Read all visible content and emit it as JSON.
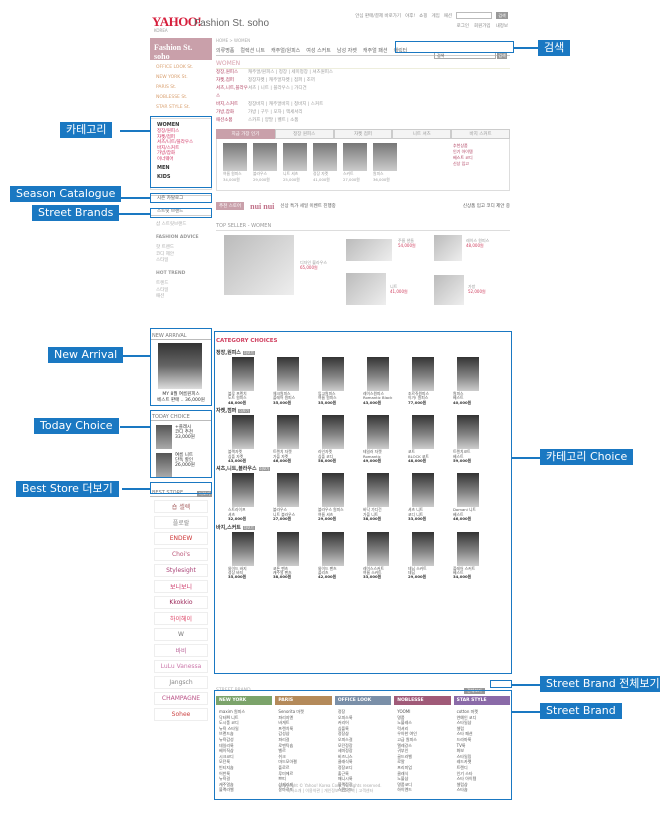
{
  "header": {
    "logo": "YAHOO!",
    "logo_sub": "KOREA",
    "title": "Fashion St. soho",
    "toplinks": [
      "안심 판매/결제 바로가기",
      "야후!",
      "쇼핑",
      "게임",
      "패션"
    ],
    "search_btn": "검색",
    "toplinks2": [
      "로그인",
      "회원가입",
      "내정보"
    ]
  },
  "left": {
    "brand": "Fashion St. soho",
    "links": [
      "OFFICE LOOK St.",
      "NEW YORK St.",
      "PARIS St.",
      "NOBLESSE St.",
      "STAR STYLE St."
    ],
    "category": {
      "women": "WOMEN",
      "women_items": [
        "정장/원피스",
        "자켓/점퍼",
        "셔츠/니트/블라우스",
        "바지/스커트",
        "가방/잡화",
        "이너웨어"
      ],
      "men": "MEN",
      "kids": "KIDS"
    },
    "season": "시즌 카탈로그",
    "street": "스트릿 브랜드",
    "street_sub": "샵 스트릿브랜드",
    "advice_title": "FASHION ADVICE",
    "advice_items": [
      "핫 트렌드",
      "코디 제안",
      "스타일"
    ],
    "hot_title": "HOT TREND",
    "hot_items": [
      "트렌드",
      "스타일",
      "패션"
    ],
    "new_arrival_title": "NEW ARRIVAL",
    "new_arrival_text": [
      "MY 8월 여름원피스",
      "베스트 판매 .. 36,000원"
    ],
    "today_title": "TODAY CHOICE",
    "today_items": [
      {
        "name": "+플래시",
        "desc": "코디 추천",
        "price": "33,000원"
      },
      {
        "name": "여름 니트",
        "desc": "단독 할인",
        "price": "26,000원"
      }
    ],
    "best_store_title": "BEST STORE",
    "best_store_btn": "더보기",
    "stores": [
      "숍 셀렉",
      "플로랄",
      "ENDEW",
      "Choi's",
      "Stylesight",
      "보니보니",
      "Kkokkio",
      "하이헤이",
      "W",
      "바비",
      "LuLu Vanessa",
      "Jangsch",
      "CHAMPAGNE",
      "Sohee"
    ]
  },
  "main": {
    "breadcrumb": "HOME > WOMEN",
    "nav": [
      "의류명품",
      "컬렉션 니트",
      "캐주얼/원피스",
      "여성 스커트",
      "남성 자켓",
      "캐주얼 패션",
      "캐릭터"
    ],
    "search_placeholder": "검색",
    "search_btn": "검색",
    "women_title": "WOMEN",
    "women_rows": [
      {
        "k": "정장,원피스",
        "v": "캐주얼/원피스 | 정장 | 세미정장 | 셔츠원피스"
      },
      {
        "k": "자켓,점퍼",
        "v": "정장자켓 | 캐주얼자켓 | 점퍼 | 조끼"
      },
      {
        "k": "셔츠,니트,블라우스",
        "v": "셔츠 | 니트 | 블라우스 | 가디건"
      },
      {
        "k": "바지,스커트",
        "v": "정장바지 | 캐주얼바지 | 청바지 | 스커트"
      },
      {
        "k": "가방,잡화",
        "v": "가방 | 구두 | 모자 | 액세서리"
      },
      {
        "k": "패션소품",
        "v": "스카프 | 양말 | 벨트 | 소품"
      }
    ],
    "tabs": [
      "지금 가장 인기",
      "정장 원피스",
      "자켓 점퍼",
      "니트 셔츠",
      "바지 스커트"
    ],
    "tab_items": [
      {
        "t": "여름 원피스",
        "p": "34,000원"
      },
      {
        "t": "블라우스",
        "p": "29,000원"
      },
      {
        "t": "니트 셔츠",
        "p": "25,000원"
      },
      {
        "t": "정장 자켓",
        "p": "41,000원"
      },
      {
        "t": "스커트",
        "p": "27,000원"
      },
      {
        "t": "원피스",
        "p": "36,000원"
      }
    ],
    "tab_side": [
      "추천상품",
      "인기 아이템",
      "베스트 코디",
      "신상 입고"
    ],
    "promo_label": "추천 스토어",
    "promo_brand": "nui nui",
    "promo_text": "신상 특가 세일 이벤트 진행중",
    "promo_text2": "신상품 입고 코디 제안 중",
    "top_seller_title": "TOP SELLER - WOMEN",
    "top_items": [
      {
        "t": "디자인 블라우스",
        "p": "65,000원"
      },
      {
        "t": "주름 샌들",
        "p": "54,000원"
      },
      {
        "t": "레이스 원피스",
        "p": "48,000원"
      },
      {
        "t": "니트",
        "p": "41,000원"
      },
      {
        "t": "가방",
        "p": "52,000원"
      }
    ]
  },
  "category_choice": {
    "title": "CATEGORY CHOICES",
    "more": "더보기",
    "groups": [
      {
        "title": "정장,원피스",
        "items": [
          {
            "name": "블루 프렌치",
            "desc": "도트 원피스",
            "price": "48,000원"
          },
          {
            "name": "체크원피스",
            "desc": "플레어 원피스",
            "price": "35,000원"
          },
          {
            "name": "입고원피스",
            "desc": "여름 원피스",
            "price": "35,000원"
          },
          {
            "name": "레이스원피스",
            "desc": "Romantic Black",
            "price": "43,000원"
          },
          {
            "name": "조르쥬원피스",
            "desc": "이거! 원피스",
            "price": "77,000원"
          },
          {
            "name": "원피스",
            "desc": "베스트",
            "price": "40,000원"
          }
        ]
      },
      {
        "title": "자켓,점퍼",
        "items": [
          {
            "name": "블랙자켓",
            "desc": "심플 자켓",
            "price": "43,000원"
          },
          {
            "name": "트렌치 자켓",
            "desc": "가을 자켓",
            "price": "46,000원"
          },
          {
            "name": "라인자켓",
            "desc": "심플 코디",
            "price": "58,000원"
          },
          {
            "name": "테일러 자켓",
            "desc": "Romantic",
            "price": "49,000원"
          },
          {
            "name": "코트",
            "desc": "BLOCK 코트",
            "price": "48,000원"
          },
          {
            "name": "트렌치코트",
            "desc": "베스트",
            "price": "59,000원"
          }
        ]
      },
      {
        "title": "셔츠,니트,블라우스",
        "items": [
          {
            "name": "스트라이프",
            "desc": "셔츠",
            "price": "32,000원"
          },
          {
            "name": "블라우스",
            "desc": "니트 블라우스",
            "price": "27,000원"
          },
          {
            "name": "블라우스 원피스",
            "desc": "여름 셔츠",
            "price": "29,000원"
          },
          {
            "name": "바닥 가디건",
            "desc": "가을 니트",
            "price": "38,000원"
          },
          {
            "name": "셔츠 니트",
            "desc": "코디 니트",
            "price": "33,000원"
          },
          {
            "name": "Domani 니트",
            "desc": "베스트",
            "price": "46,000원"
          }
        ]
      },
      {
        "title": "바지,스커트",
        "items": [
          {
            "name": "와이드 바지",
            "desc": "정장 바지",
            "price": "35,000원"
          },
          {
            "name": "코튼 팬츠",
            "desc": "캐주얼 팬츠",
            "price": "38,000원"
          },
          {
            "name": "와이드 팬츠",
            "desc": "플리츠",
            "price": "42,000원"
          },
          {
            "name": "레이스스커트",
            "desc": "여름 스커트",
            "price": "33,000원"
          },
          {
            "name": "데님 스커트",
            "desc": "데님",
            "price": "29,000원"
          },
          {
            "name": "플레어 스커트",
            "desc": "베스트",
            "price": "34,000원"
          }
        ]
      }
    ]
  },
  "street_brand": {
    "title": "STREET BRAND",
    "all_btn": "전체보기",
    "columns": [
      {
        "name": "NEW YORK",
        "color": "#7ba36a",
        "items": [
          "maxim 원피스",
          "닥터M 니트",
          "도시풍 코디",
          "뉴욕 스타일",
          "브랜드숍",
          "뉴욕감성",
          "데일리룩",
          "베이직샵",
          "시크코디",
          "모던룩",
          "빈티지숍",
          "어반룩",
          "뉴욕걸",
          "캐주얼숍",
          "블랙라벨"
        ]
      },
      {
        "name": "PARIS",
        "color": "#b48a5a",
        "items": [
          "Senorita 마켓",
          "파리지엔",
          "바게트",
          "프렌치룩",
          "감성샵",
          "파리걸",
          "로맨틱숍",
          "벨르",
          "쉬크",
          "마드모아젤",
          "플로르",
          "루미에르",
          "쁘띠",
          "샹제리제",
          "몽마르뜨"
        ]
      },
      {
        "name": "OFFICE LOOK",
        "color": "#7a8fa8",
        "items": [
          "정장",
          "오피스룩",
          "커리어",
          "심플룩",
          "정장샵",
          "오피스걸",
          "모던정장",
          "세미정장",
          "비즈니스",
          "클래식룩",
          "정장코디",
          "출근룩",
          "매니시룩",
          "블랙정장",
          "스탠다드"
        ]
      },
      {
        "name": "NOBLESSE",
        "color": "#a05a78",
        "items": [
          "YOOMI",
          "명품",
          "노블레스",
          "럭셔리",
          "우아한 여인",
          "고급 원피스",
          "엘레강스",
          "귀부인",
          "골드라벨",
          "로얄",
          "프리미엄",
          "클래식",
          "노블샵",
          "명품코디",
          "하이엔드"
        ]
      },
      {
        "name": "STAR STYLE",
        "color": "#8a6aa8",
        "items": [
          "cotton 마켓",
          "연예인 코디",
          "스타일샵",
          "셀럽",
          "스타 패션",
          "드라마룩",
          "TV룩",
          "화보",
          "스타일링",
          "레드카펫",
          "트렌디",
          "인기 스타",
          "스타 아이템",
          "셀럽샵",
          "스타숍"
        ]
      }
    ]
  },
  "footer": {
    "lines": [
      "Copyright © Yahoo! Korea Corp. All rights reserved.",
      "회사소개 | 이용약관 | 개인정보 보호정책 | 고객센터"
    ]
  },
  "annotations": {
    "search": "검색",
    "category": "카테고리",
    "season": "Season Catalogue",
    "street": "Street Brands",
    "new_arrival": "New Arrival",
    "today_choice": "Today Choice",
    "best_store": "Best Store 더보기",
    "category_choice": "카테고리 Choice",
    "street_all": "Street Brand 전체보기",
    "street_brand": "Street Brand"
  }
}
